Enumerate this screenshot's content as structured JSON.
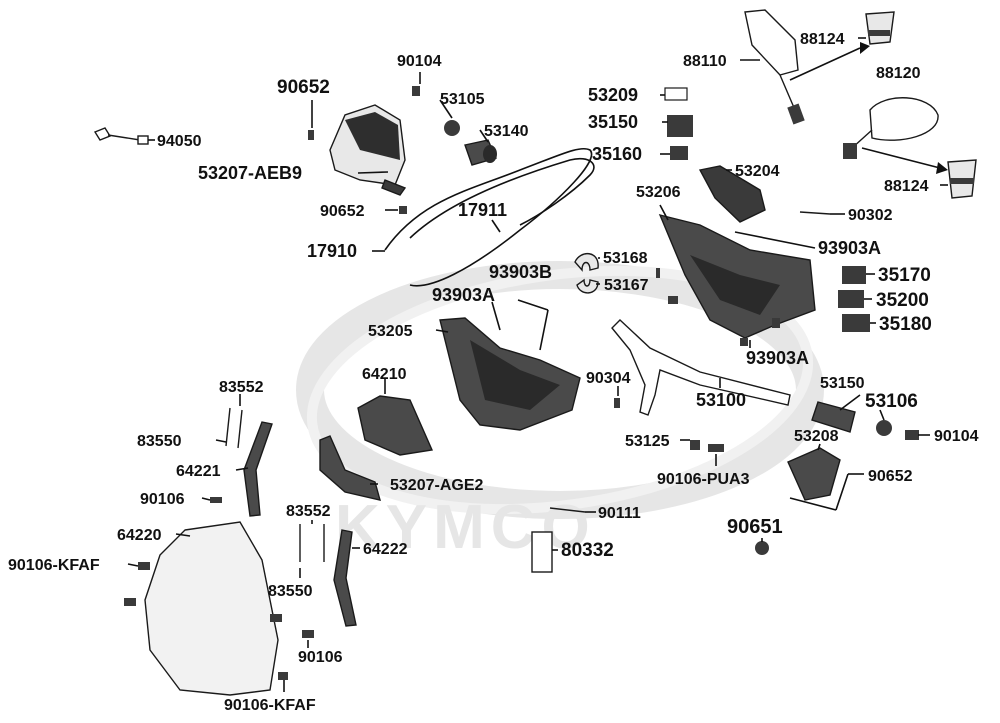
{
  "watermark": {
    "text": "KYMCO"
  },
  "colors": {
    "ink": "#111111",
    "part_fill": "#3a3a3a",
    "part_light": "#d9d9d9",
    "watermark": "#e6e6e6"
  },
  "labels": {
    "p90104_top": "90104",
    "p90652_top": "90652",
    "p53105": "53105",
    "p53140": "53140",
    "p94050": "94050",
    "p53207_aeb9": "53207-AEB9",
    "p90652_mid": "90652",
    "p17911": "17911",
    "p17910": "17910",
    "p88110": "88110",
    "p88124_top": "88124",
    "p88120": "88120",
    "p88124_bot": "88124",
    "p53209": "53209",
    "p35150": "35150",
    "p35160": "35160",
    "p53204": "53204",
    "p53206": "53206",
    "p90302": "90302",
    "p93903a_right": "93903A",
    "p53168": "53168",
    "p93903b": "93903B",
    "p53167": "53167",
    "p93903a_left": "93903A",
    "p35170": "35170",
    "p35200": "35200",
    "p35180": "35180",
    "p53205": "53205",
    "p93903a_low": "93903A",
    "p83552_top": "83552",
    "p64210": "64210",
    "p90304": "90304",
    "p53100": "53100",
    "p53150": "53150",
    "p53106": "53106",
    "p83550_top": "83550",
    "p90104_right": "90104",
    "p64221": "64221",
    "p53125": "53125",
    "p53208": "53208",
    "p53207_age2": "53207-AGE2",
    "p90106_pua3": "90106-PUA3",
    "p90652_right": "90652",
    "p90106_left": "90106",
    "p83552_mid": "83552",
    "p90111": "90111",
    "p90651": "90651",
    "p64220": "64220",
    "p64222": "64222",
    "p80332": "80332",
    "p90106_kfaf_left": "90106-KFAF",
    "p83550_mid": "83550",
    "p90106_low": "90106",
    "p90106_kfaf_bot": "90106-KFAF"
  }
}
